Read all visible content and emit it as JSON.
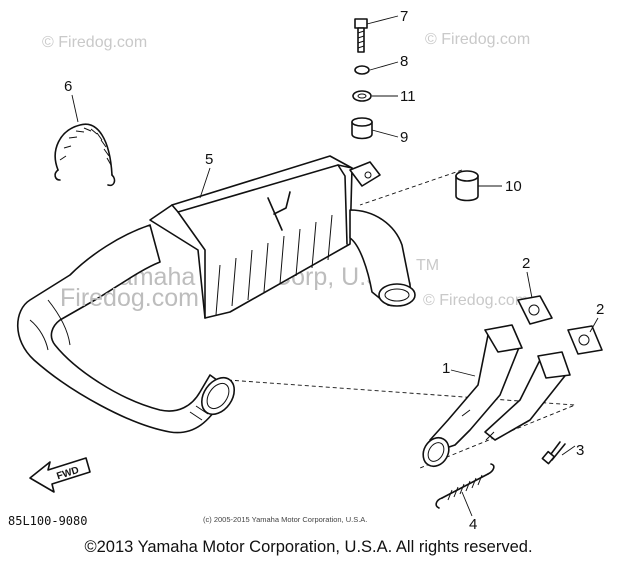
{
  "watermarks": {
    "firedog": "© Firedog.com",
    "firedog_short": "Firedog.com",
    "yamaha": "Yamaha Motor Corp, U.S.A.",
    "tm": "TM"
  },
  "callouts": {
    "c1": "1",
    "c2a": "2",
    "c2b": "2",
    "c3": "3",
    "c4": "4",
    "c5": "5",
    "c6": "6",
    "c7": "7",
    "c8": "8",
    "c9": "9",
    "c10": "10",
    "c11": "11"
  },
  "fwd_label": "FWD",
  "part_number": "85L100-9080",
  "small_copyright": "(c) 2005-2015 Yamaha Motor Corporation, U.S.A.",
  "footer_copyright": "©2013 Yamaha Motor Corporation, U.S.A. All rights reserved."
}
